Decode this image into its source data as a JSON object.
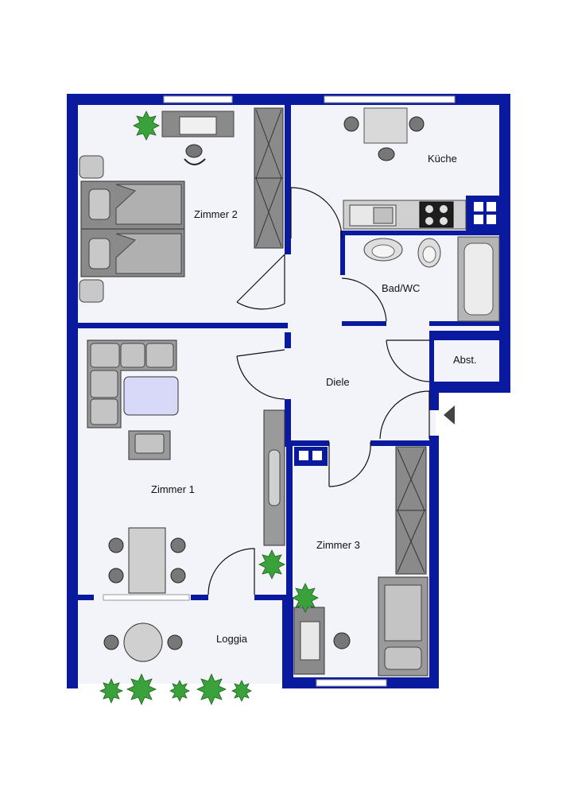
{
  "rooms": {
    "zimmer2": "Zimmer 2",
    "kueche": "Küche",
    "bad": "Bad/WC",
    "abst": "Abst.",
    "diele": "Diele",
    "zimmer1": "Zimmer 1",
    "zimmer3": "Zimmer 3",
    "loggia": "Loggia"
  },
  "colors": {
    "wall": "#0a1a9e",
    "floor": "#f3f3fa",
    "furniture": "#8a8a8a",
    "furniture_dark": "#555555",
    "furniture_light": "#c8c8c8",
    "table_glass": "#d8d8f8",
    "plant": "#3aa23a",
    "window": "#ffffff",
    "arrow": "#444444"
  },
  "icons": {
    "entrance": "entrance-arrow-icon",
    "plant": "plant-icon",
    "chair": "chair-icon"
  }
}
